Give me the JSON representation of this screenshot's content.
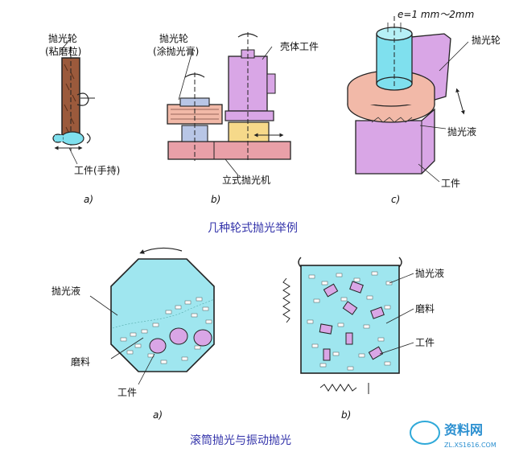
{
  "top_figure": {
    "caption": "几种轮式抛光举例",
    "panel_a": {
      "wheel_label_line1": "抛光轮",
      "wheel_label_line2": "(粘磨粒)",
      "workpiece_label": "工件(手持)",
      "sublabel": "a)"
    },
    "panel_b": {
      "wheel_label_line1": "抛光轮",
      "wheel_label_line2": "(涂抛光膏)",
      "workpiece_label": "壳体工件",
      "machine_label": "立式抛光机",
      "sublabel": "b)"
    },
    "panel_c": {
      "formula": "e=1 mm～2mm",
      "wheel_label": "抛光轮",
      "liquid_label": "抛光液",
      "workpiece_label": "工件",
      "sublabel": "c)"
    }
  },
  "bottom_figure": {
    "caption": "滚筒抛光与振动抛光",
    "panel_a": {
      "liquid_label": "抛光液",
      "abrasive_label": "磨料",
      "workpiece_label": "工件",
      "sublabel": "a)"
    },
    "panel_b": {
      "liquid_label": "抛光液",
      "abrasive_label": "磨料",
      "workpiece_label": "工件",
      "sublabel": "b)"
    }
  },
  "watermark": {
    "brand": "资料网",
    "url": "ZL.XS1616.COM"
  },
  "colors": {
    "wheel_pink": "#f2b9a8",
    "machine_pink": "#e9a0a8",
    "workpiece_violet": "#d9a6e6",
    "cylinder_cyan": "#7fe0ee",
    "liquid_cyan": "#9fe6ef",
    "part_yellow": "#f6d98a",
    "grey_blue": "#b8c6e6",
    "caption_blue": "#3333aa",
    "wood_brown": "#9b5a3c"
  }
}
